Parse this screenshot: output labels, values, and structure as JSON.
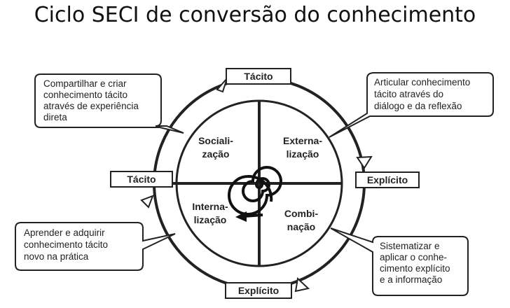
{
  "title": "Ciclo SECI de conversão do conhecimento",
  "mode_boxes": {
    "top": "Tácito",
    "left": "Tácito",
    "right": "Explícito",
    "bottom": "Explícito"
  },
  "quadrants": {
    "socialization": [
      "Sociali-",
      "zação"
    ],
    "externalization": [
      "Externa-",
      "lização"
    ],
    "internalization": [
      "Interna-",
      "lização"
    ],
    "combination": [
      "Combi-",
      "nação"
    ]
  },
  "callouts": {
    "top_left": [
      "Compartilhar e criar",
      "conhecimento tácito",
      "através de experiência",
      "direta"
    ],
    "top_right": [
      "Articular conhecimento",
      "tácito através do",
      "diálogo e da reflexão"
    ],
    "bottom_left": [
      "Aprender e adquirir",
      "conhecimento tácito",
      "novo na prática"
    ],
    "bottom_right": [
      "Sistematizar e",
      "aplicar o conhe-",
      "cimento explícito",
      "e a informação"
    ]
  }
}
